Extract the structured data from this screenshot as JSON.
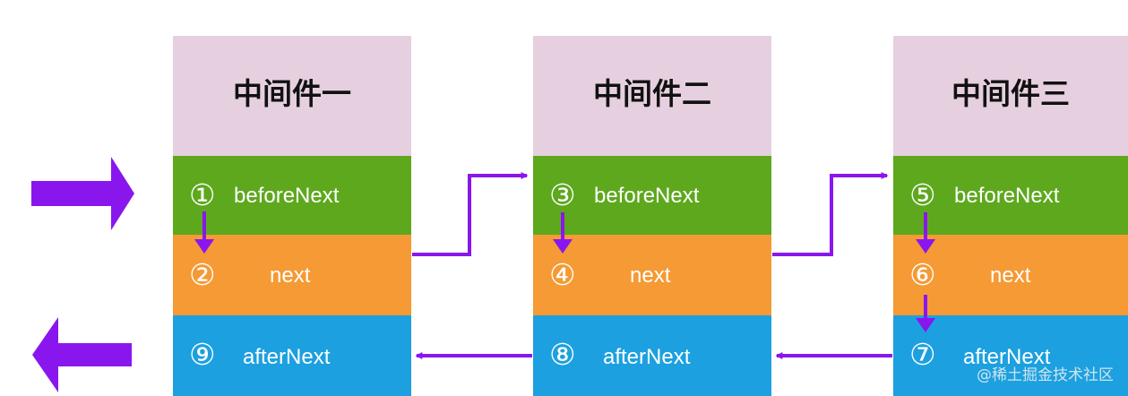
{
  "colors": {
    "header": "#e6d0df",
    "before": "#5ea81e",
    "next": "#f59a34",
    "after": "#1ca0e0",
    "arrow": "#8a16ee"
  },
  "middlewares": [
    {
      "title": "中间件一",
      "before": {
        "num": "①",
        "label": "beforeNext"
      },
      "next": {
        "num": "②",
        "label": "next"
      },
      "after": {
        "num": "⑨",
        "label": "afterNext"
      }
    },
    {
      "title": "中间件二",
      "before": {
        "num": "③",
        "label": "beforeNext"
      },
      "next": {
        "num": "④",
        "label": "next"
      },
      "after": {
        "num": "⑧",
        "label": "afterNext"
      }
    },
    {
      "title": "中间件三",
      "before": {
        "num": "⑤",
        "label": "beforeNext"
      },
      "next": {
        "num": "⑥",
        "label": "next"
      },
      "after": {
        "num": "⑦",
        "label": "afterNext"
      }
    }
  ],
  "watermark": "@稀土掘金技术社区"
}
